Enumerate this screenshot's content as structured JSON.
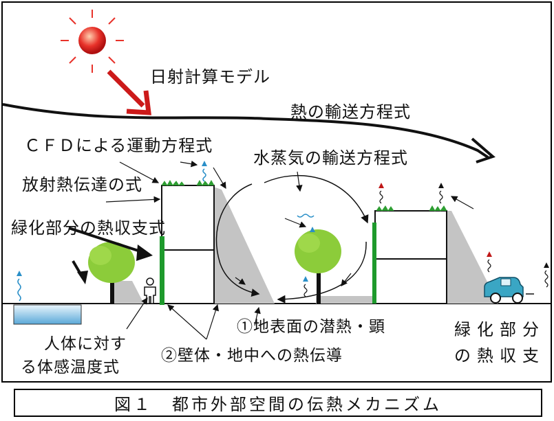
{
  "labels": {
    "solar_model": "日射計算モデル",
    "heat_transport": "熱の輸送方程式",
    "cfd": "ＣＦＤによる運動方程式",
    "vapor_transport": "水蒸気の輸送方程式",
    "radiation": "放射熱伝達の式",
    "greening": "緑化部分の熱収支式",
    "surface_heat": "①地表面の潜熱・顕",
    "human_line1": "人体に対す",
    "human_line2": "る体感温度式",
    "conduction": "②壁体・地中への熱伝導",
    "right_line1": "緑化部分",
    "right_line2": "の熱収支"
  },
  "caption": "図１　都市外部空間の伝熱メカニズム",
  "colors": {
    "sun": "#e8322a",
    "sun_arrow": "#cc1a1a",
    "green_wall": "#1e9a2c",
    "tree": "#8ccc3a",
    "shadow": "#c4c4c4",
    "water": "#5aa8d8",
    "car": "#3aa6c4",
    "vapor": "#2a8fc8",
    "heat": "#c01818"
  }
}
